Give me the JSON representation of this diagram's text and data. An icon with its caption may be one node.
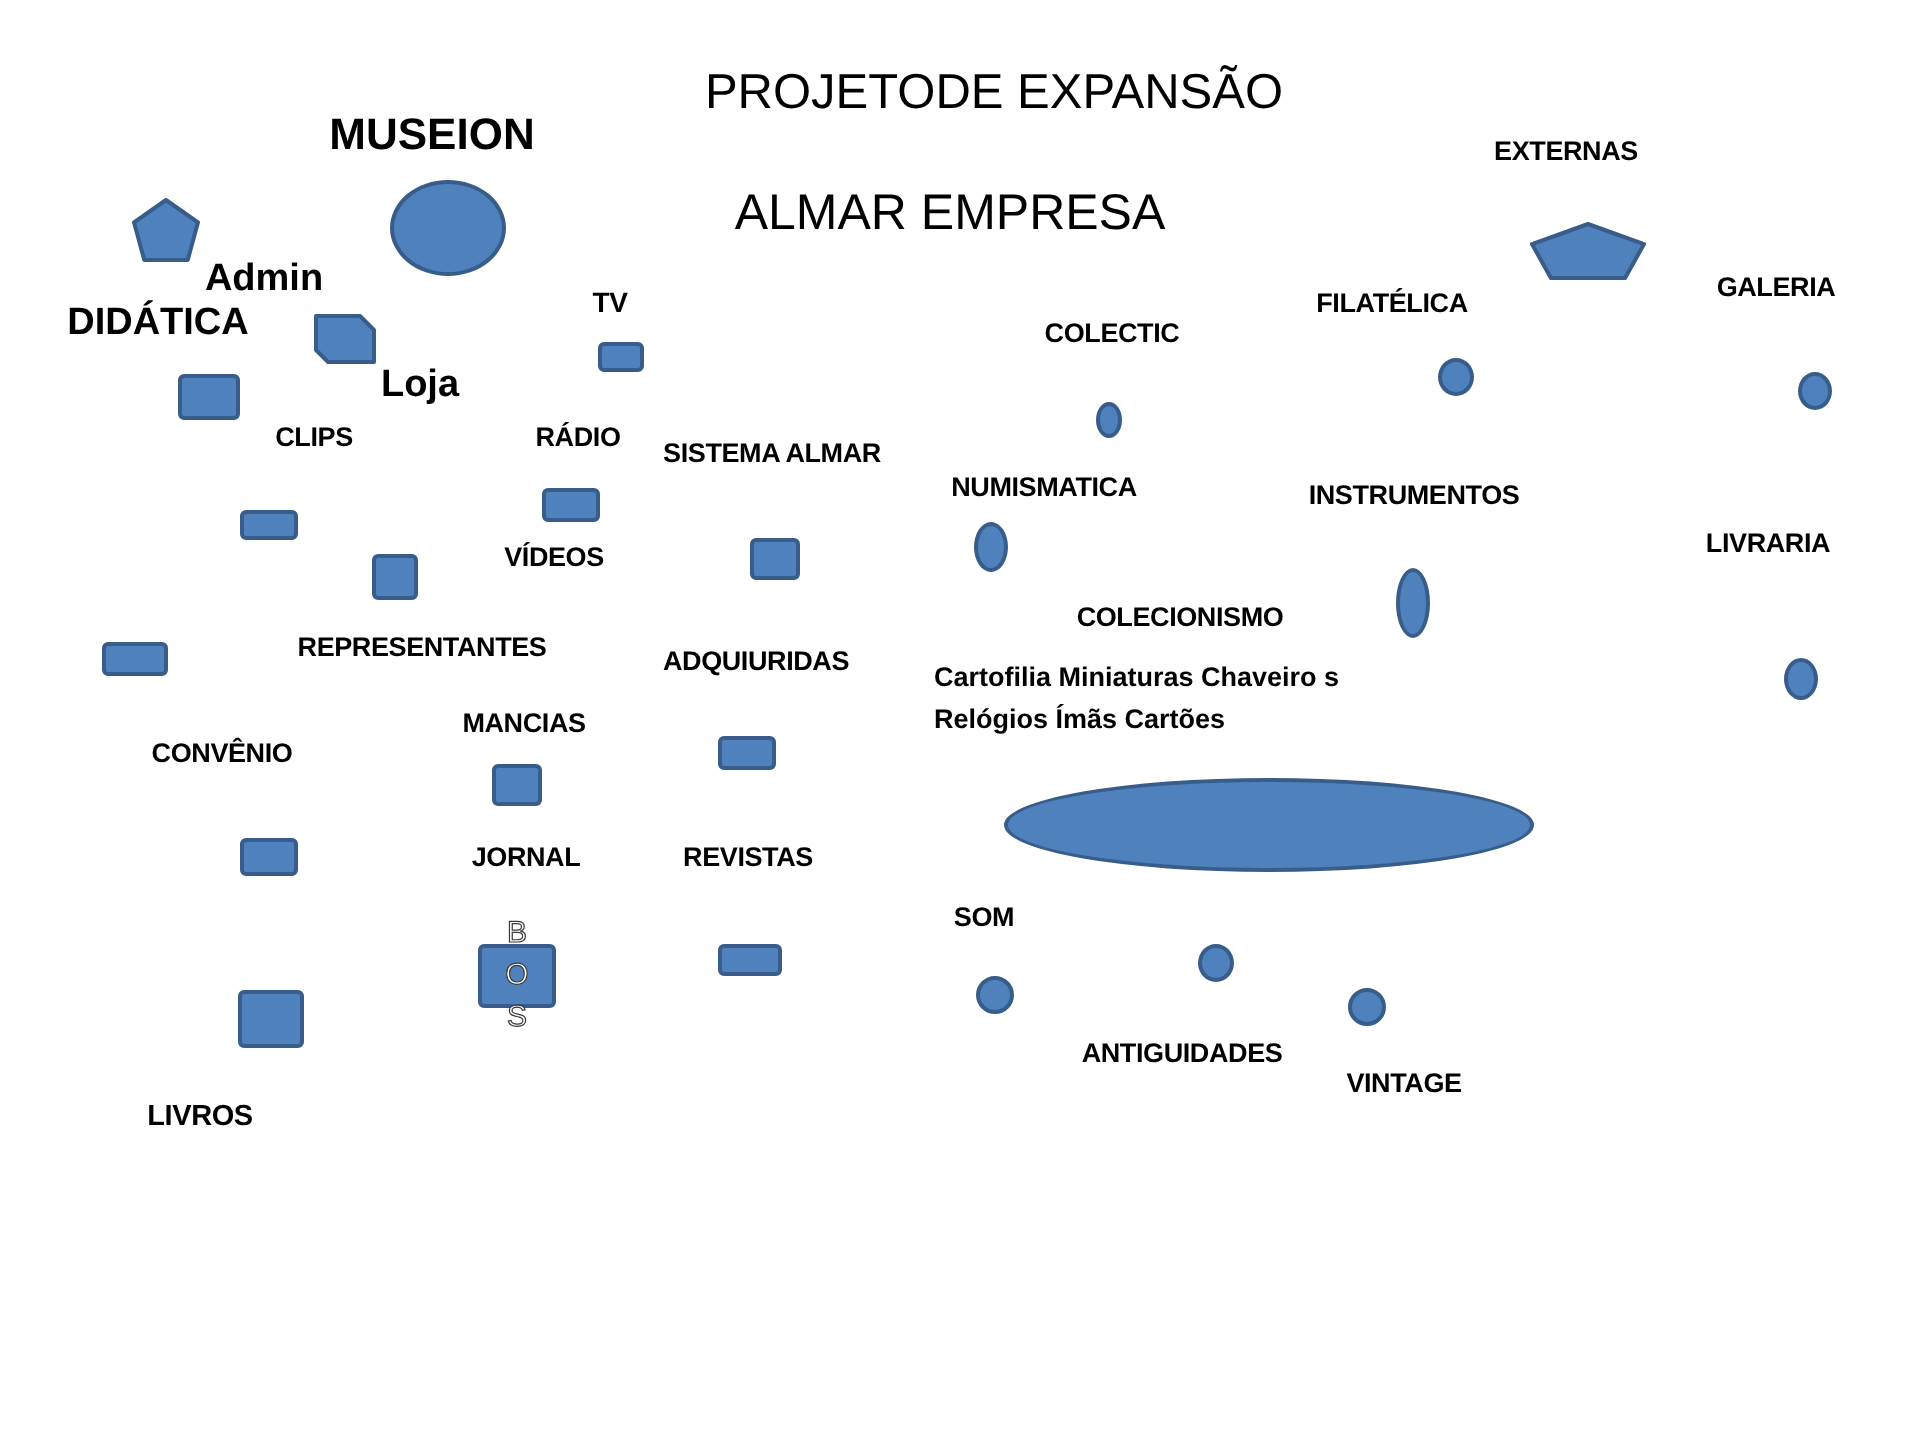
{
  "diagram": {
    "title": "PROJETODE EXPANSÃO",
    "nodes": [
      {
        "text": [],
        "shape": "pentagon"
      },
      {
        "text": [],
        "shape": "ellipse"
      },
      {
        "text": [],
        "shape": "pentagon"
      },
      {
        "text": [],
        "shape": "box"
      },
      {
        "text": [],
        "shape": "box"
      },
      {
        "text": [],
        "shape": "circle"
      },
      {
        "text": [],
        "shape": "circle"
      },
      {
        "text": [],
        "shape": "box"
      },
      {
        "text": [],
        "shape": "ellipse"
      },
      {
        "text": [],
        "shape": "box"
      },
      {
        "text": [],
        "shape": "box"
      },
      {
        "text": [],
        "shape": "ellipse"
      },
      {
        "text": [],
        "shape": "box"
      },
      {
        "text": [],
        "shape": "box"
      },
      {
        "text": [],
        "shape": "ellipse"
      },
      {
        "text": [],
        "shape": "box"
      },
      {
        "text": [],
        "shape": "ellipse"
      },
      {
        "text": [],
        "shape": "box"
      },
      {
        "text": [],
        "shape": "box"
      },
      {
        "text": [],
        "shape": "ellipse"
      },
      {
        "text": [],
        "shape": "box"
      },
      {
        "text": [],
        "shape": "circle"
      },
      {
        "text": [],
        "shape": "box"
      },
      {
        "text": [
          "B O S"
        ]
      },
      {
        "text": [],
        "shape": "circle"
      },
      {
        "text": [],
        "shape": "circle"
      },
      {
        "text": [],
        "shape": "box"
      }
    ],
    "labels": [
      "MUSEION",
      "EXTERNAS",
      "ALMAR EMPRESA",
      "Admin",
      "GALERIA",
      "TV",
      "FILATÉLICA",
      "DIDÁTICA",
      "COLECTIC",
      "Loja",
      "CLIPS",
      "RÁDIO",
      "SISTEMA ALMAR",
      "NUMISMATICA",
      "INSTRUMENTOS",
      "LIVRARIA",
      "VÍDEOS",
      "COLECIONISMO",
      "REPRESENTANTES",
      "ADQUIURIDAS",
      "Cartofilia Miniaturas Chaveiro s Relógios Ímãs Cartões",
      "MANCIAS",
      "CONVÊNIO",
      "JORNAL",
      "REVISTAS",
      "SOM",
      "ANTIGUIDADES",
      "VINTAGE",
      "LIVROS"
    ]
  }
}
